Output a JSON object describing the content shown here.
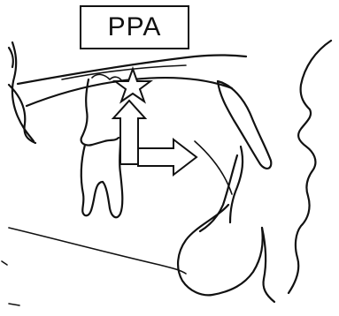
{
  "diagram": {
    "label": "PPA",
    "marker": "star",
    "arrows": [
      "up-arrow",
      "right-arrow"
    ]
  }
}
